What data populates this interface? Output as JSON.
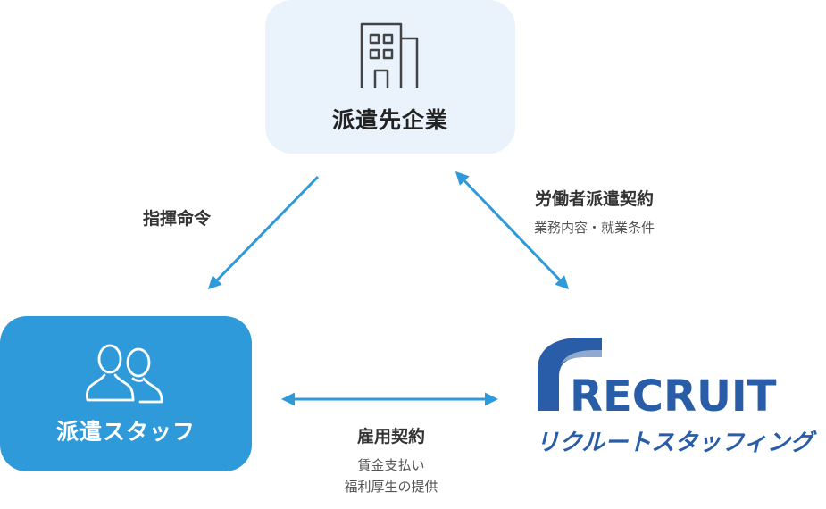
{
  "nodes": {
    "client": {
      "label": "派遣先企業",
      "icon": "building-icon"
    },
    "staff": {
      "label": "派遣スタッフ",
      "icon": "people-icon"
    },
    "agency": {
      "logo_text": "RECRUIT",
      "logo_sub": "リクルートスタッフィング"
    }
  },
  "relations": {
    "command": {
      "label": "指揮命令"
    },
    "dispatch_contract": {
      "label": "労働者派遣契約",
      "sub": "業務内容・就業条件"
    },
    "employment": {
      "label": "雇用契約",
      "sub_lines": [
        "賃金支払い",
        "福利厚生の提供"
      ]
    }
  },
  "colors": {
    "arrow": "#2e9ad9",
    "staff_box": "#2e9ad9",
    "client_box": "#eaf2fb",
    "logo": "#2a5da8"
  }
}
